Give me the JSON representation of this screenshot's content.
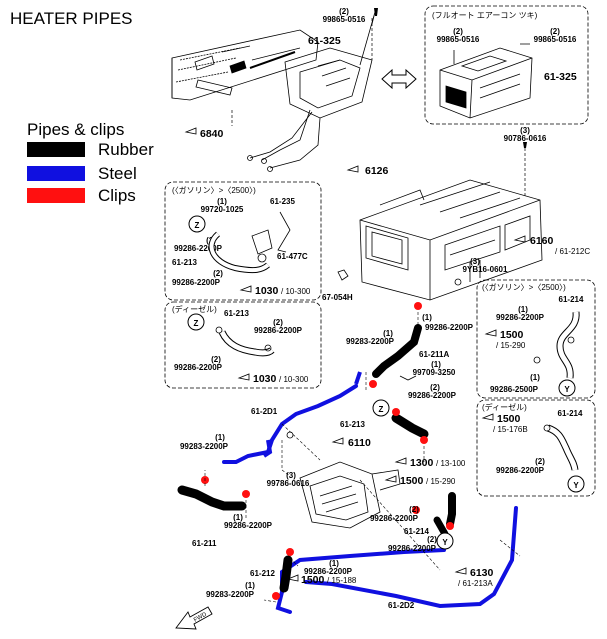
{
  "title": "HEATER PIPES",
  "legend": {
    "heading": "Pipes & clips",
    "items": [
      {
        "label": "Rubber",
        "color": "#000000"
      },
      {
        "label": "Steel",
        "color": "#1010e0"
      },
      {
        "label": "Clips",
        "color": "#ff1010"
      }
    ]
  },
  "boxes": {
    "top_right_header": "(フルオート エアーコン ツキ)",
    "gasoline_2500": "(〈ガソリン〉>〈2500〉)",
    "diesel": "(ディーゼル)",
    "right_gasoline": "(〈ガソリン〉>〈2500〉)",
    "right_diesel": "(ディーゼル)"
  },
  "labels": {
    "p99865_top": "99865-0516",
    "p99865_top_q": "(2)",
    "p61_325_a": "61-325",
    "p6840": "6840",
    "box_99865_a": "99865-0516",
    "box_99865_a_q": "(2)",
    "box_99865_b": "99865-0516",
    "box_99865_b_q": "(2)",
    "box_61_325": "61-325",
    "p90786": "90786-0616",
    "p90786_q": "(3)",
    "p6126": "6126",
    "p6160": "6160",
    "p6160_sub": "/ 61-212C",
    "p9yb16": "9YB16-0601",
    "p9yb16_q": "(3)",
    "p67054h": "67-054H",
    "g_99720": "99720-1025",
    "g_99720_q": "(1)",
    "g_61_235": "61-235",
    "g_z": "Z",
    "g_99286_a": "99286-2200P",
    "g_99286_a_q": "(2)",
    "g_61_477c": "61-477C",
    "g_61_213": "61-213",
    "g_99286_b": "99286-2200P",
    "g_99286_b_q": "(2)",
    "g_1030": "1030",
    "g_1030_sub": "/ 10-300",
    "d_61_213": "61-213",
    "d_z": "Z",
    "d_99286_a": "99286-2200P",
    "d_99286_a_q": "(2)",
    "d_99286_b": "99286-2200P",
    "d_99286_b_q": "(2)",
    "d_1030": "1030",
    "d_1030_sub": "/ 10-300",
    "r_61_214": "61-214",
    "r_99286_a": "99286-2200P",
    "r_99286_a_q": "(1)",
    "r_1500": "1500",
    "r_1500_sub": "/ 15-290",
    "r_99286_b": "99286-2500P",
    "r_99286_b_q": "(1)",
    "r_y": "Y",
    "rd_1500": "1500",
    "rd_1500_sub": "/ 15-176B",
    "rd_61_214": "61-214",
    "rd_99286": "99286-2200P",
    "rd_99286_q": "(2)",
    "rd_y": "Y",
    "m_99286_a": "99286-2200P",
    "m_99286_a_q": "(1)",
    "m_99283": "99283-2200P",
    "m_99283_q": "(1)",
    "m_61_211a": "61-211A",
    "m_99709": "99709-3250",
    "m_99709_q": "(1)",
    "m_99286_b": "99286-2200P",
    "m_99286_b_q": "(2)",
    "m_61_213": "61-213",
    "m_z": "Z",
    "m_61_2d1": "61-2D1",
    "m_99283_b": "99283-2200P",
    "m_99283_b_q": "(1)",
    "m_6110": "6110",
    "m_1300": "1300",
    "m_1300_sub": "/ 13-100",
    "m_1500": "1500",
    "m_1500_sub": "/ 15-290",
    "m_99786": "99786-0616",
    "m_99786_q": "(3)",
    "m_99286_c": "99286-2200P",
    "m_99286_c_q": "(1)",
    "m_61_211": "61-211",
    "m_99286_d": "99286-2200P",
    "m_99286_d_q": "(2)",
    "m_61_214": "61-214",
    "m_99286_e": "99286-2200P",
    "m_99286_e_q": "(2)",
    "m_y": "Y",
    "m_61_212": "61-212",
    "m_99286_f": "99286-2200P",
    "m_99286_f_q": "(1)",
    "m_1500b": "1500",
    "m_1500b_sub": "/ 15-188",
    "m_99283_c": "99283-2200P",
    "m_99283_c_q": "(1)",
    "m_6130": "6130",
    "m_6130_sub": "/ 61-213A",
    "m_61_2d2": "61-2D2",
    "fwd": "FWD"
  }
}
